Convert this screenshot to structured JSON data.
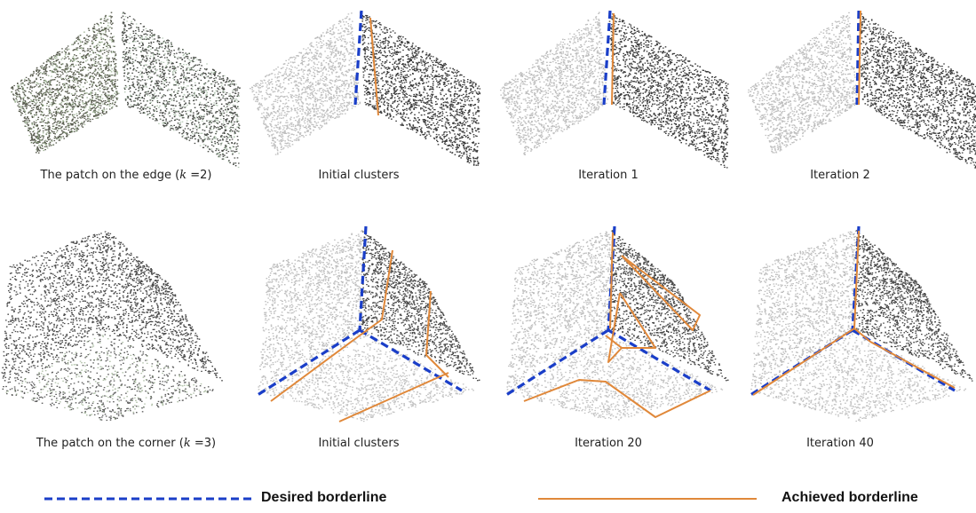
{
  "captions": {
    "row1": {
      "c1_pre": "The patch on the edge (",
      "c1_k": "k",
      "c1_post": " =2)",
      "c2": "Initial clusters",
      "c3": "Iteration 1",
      "c4": "Iteration 2"
    },
    "row2": {
      "c1_pre": "The patch on the corner (",
      "c1_k": "k",
      "c1_post": " =3)",
      "c2": "Initial clusters",
      "c3": "Iteration 20",
      "c4": "Iteration 40"
    }
  },
  "legend": {
    "desired": "Desired borderline",
    "achieved": "Achieved borderline"
  },
  "colors": {
    "desired": "#1a3ec8",
    "achieved": "#e0883a",
    "dark_points": "#1a1a1a",
    "light_points": "#b8b8b8",
    "green_tint": "#7f9a72"
  }
}
